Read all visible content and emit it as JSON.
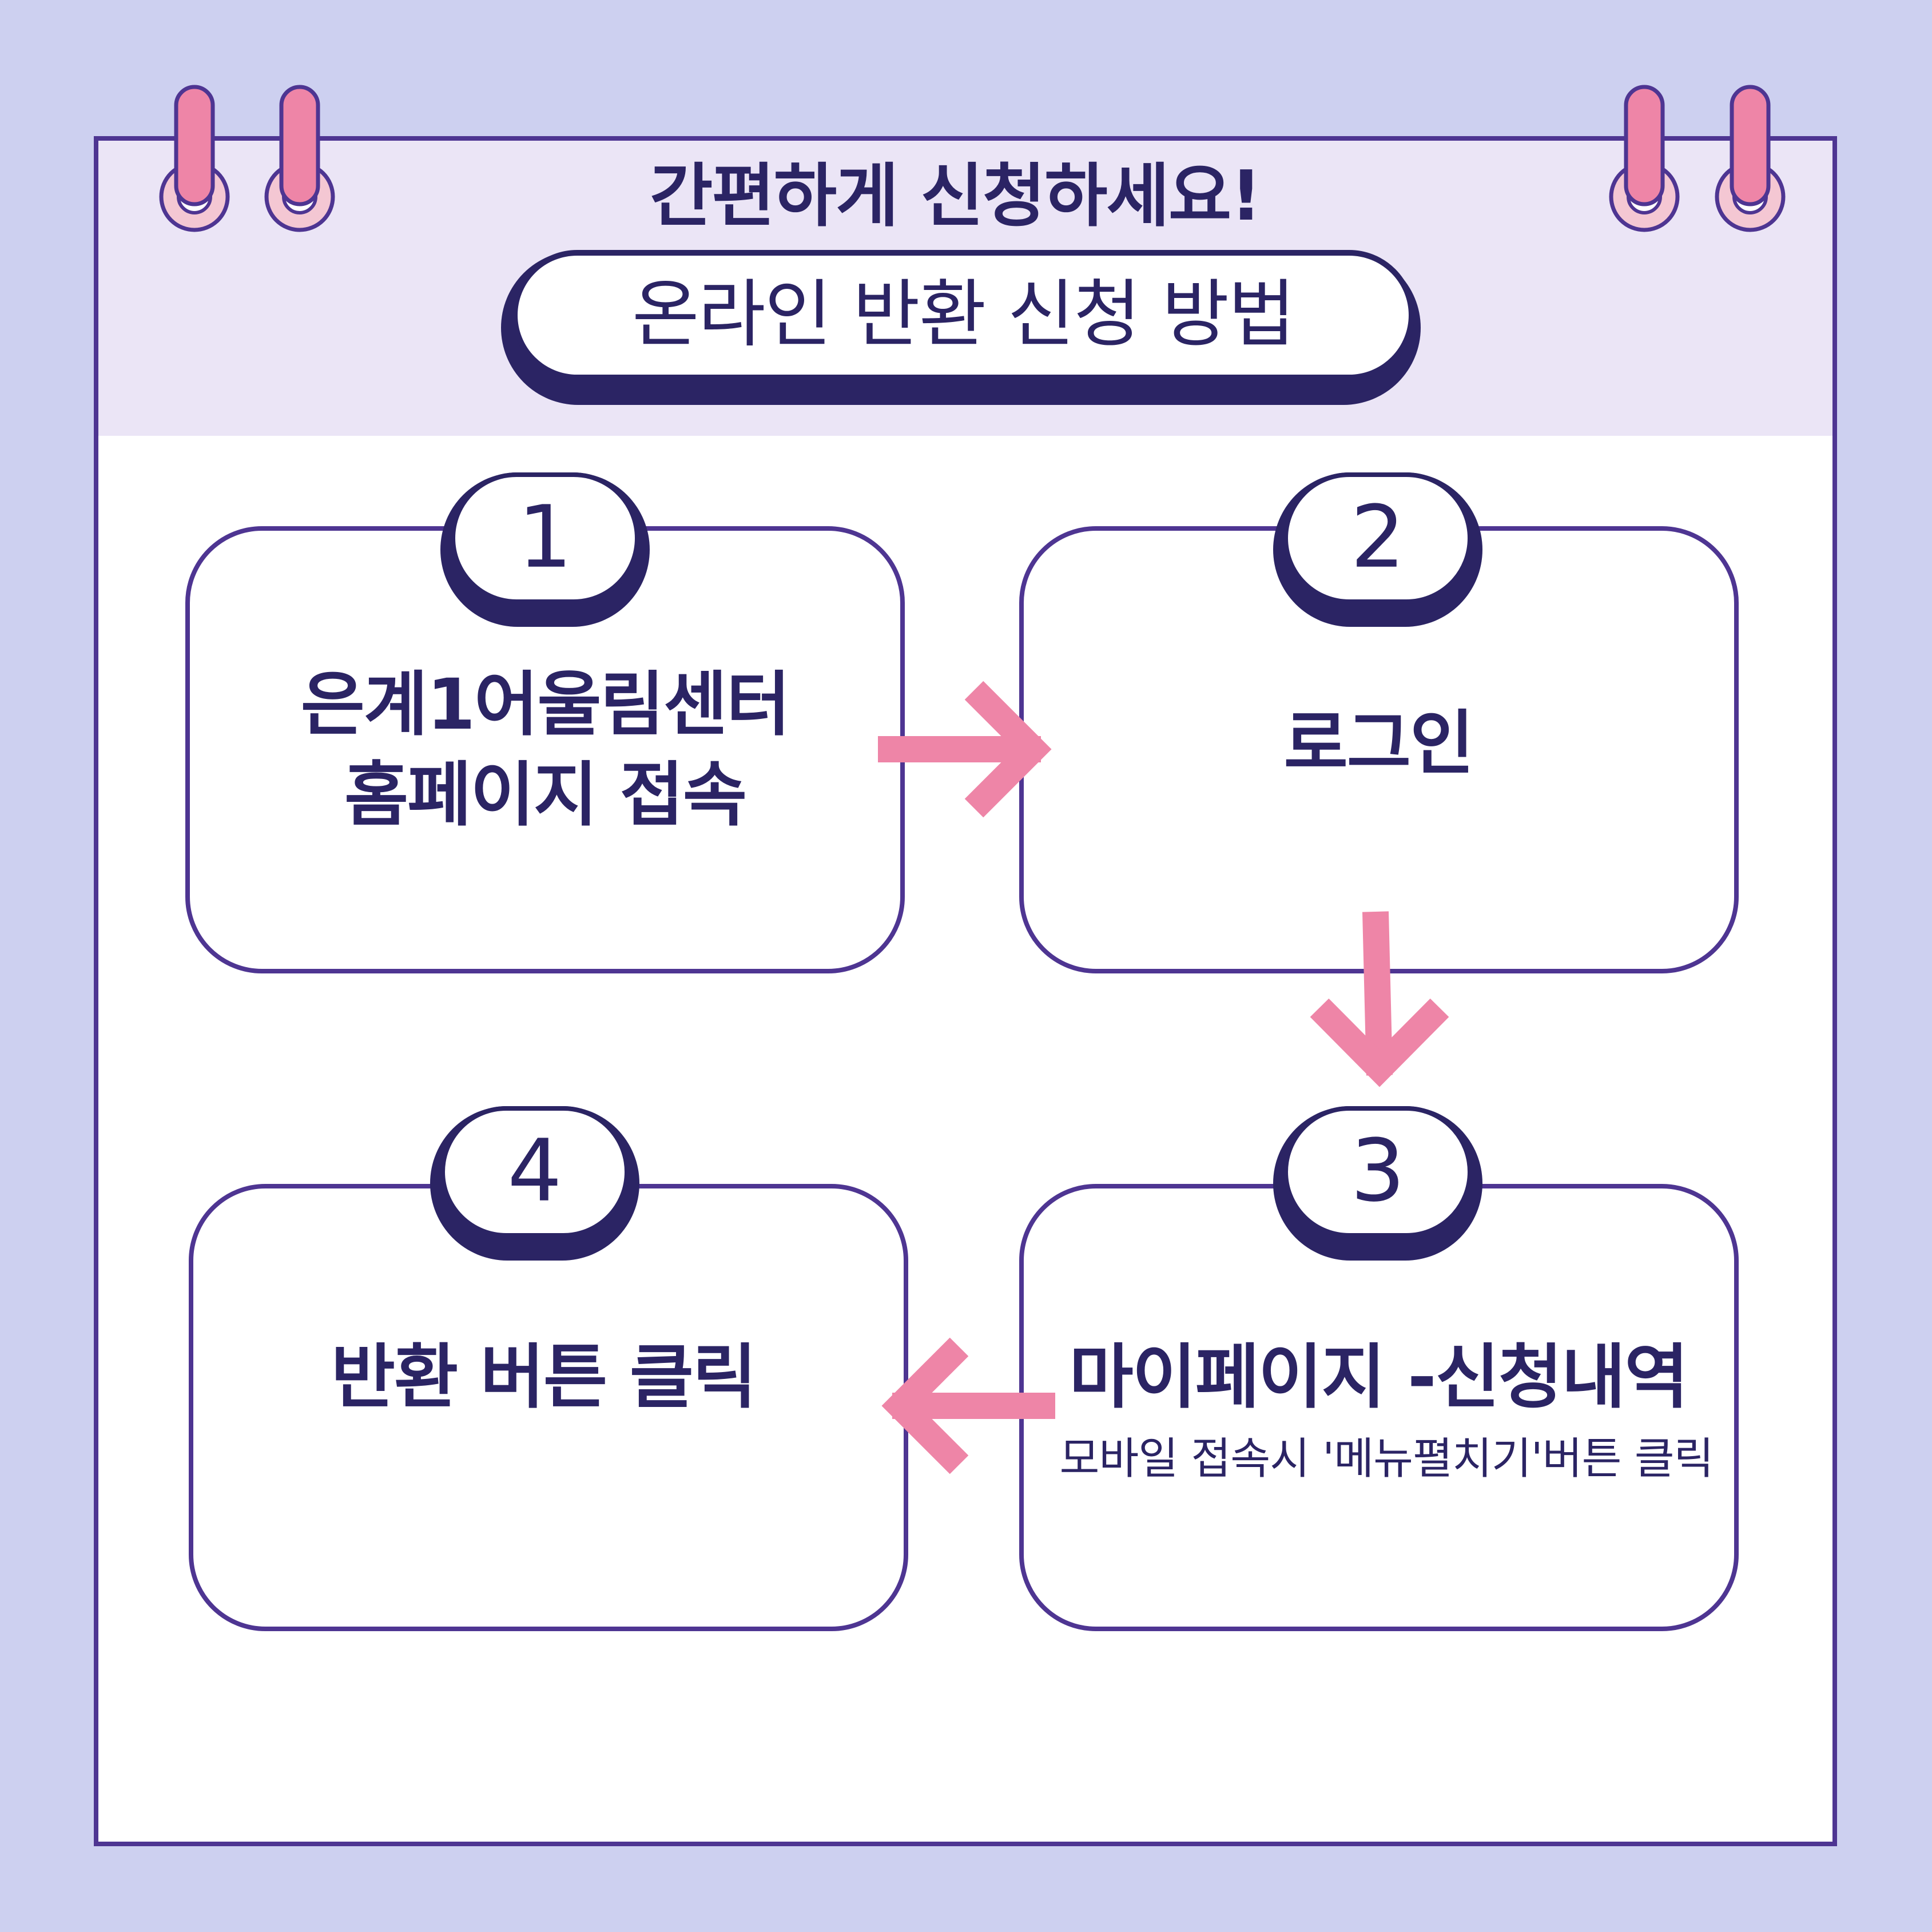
{
  "header": {
    "headline": "간편하게 신청하세요!",
    "pill_title": "온라인 반환 신청 방법"
  },
  "steps": [
    {
      "number": "1",
      "title_lines": [
        "은계1어울림센터",
        "홈페이지 접속"
      ],
      "subtitle": ""
    },
    {
      "number": "2",
      "title_lines": [
        "로그인"
      ],
      "subtitle": ""
    },
    {
      "number": "3",
      "title_lines": [
        "마이페이지 -신청내역"
      ],
      "subtitle": "모바일 접속시 '메뉴펼치기'버튼 클릭"
    },
    {
      "number": "4",
      "title_lines": [
        "반환 버튼 클릭"
      ],
      "subtitle": ""
    }
  ],
  "colors": {
    "background": "#cdd0f0",
    "header_band": "#ebe5f6",
    "outline": "#4e3592",
    "navy": "#2b2464",
    "pink": "#ee85a7",
    "ring_fill": "#f4c7d3",
    "card": "#ffffff"
  },
  "icons": [
    "binder-ring-icon",
    "arrow-right-icon",
    "arrow-down-icon",
    "arrow-left-icon"
  ]
}
